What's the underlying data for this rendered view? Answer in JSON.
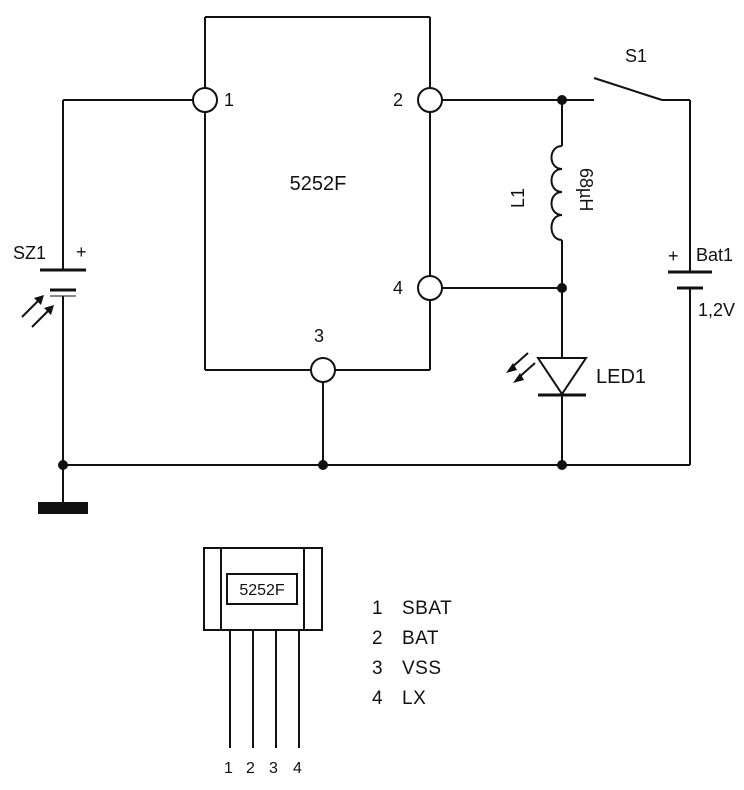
{
  "ic": {
    "name": "5252F",
    "pins": [
      "1",
      "2",
      "3",
      "4"
    ]
  },
  "components": {
    "solar": {
      "ref": "SZ1",
      "polarity": "+"
    },
    "inductor": {
      "ref": "L1",
      "value": "68µH"
    },
    "led": {
      "ref": "LED1"
    },
    "switch": {
      "ref": "S1"
    },
    "battery": {
      "ref": "Bat1",
      "polarity": "+",
      "voltage": "1,2V"
    }
  },
  "package": {
    "name": "5252F",
    "pins": [
      "1",
      "2",
      "3",
      "4"
    ]
  },
  "pinout": [
    {
      "num": "1",
      "name": "SBAT"
    },
    {
      "num": "2",
      "name": "BAT"
    },
    {
      "num": "3",
      "name": "VSS"
    },
    {
      "num": "4",
      "name": "LX"
    }
  ]
}
